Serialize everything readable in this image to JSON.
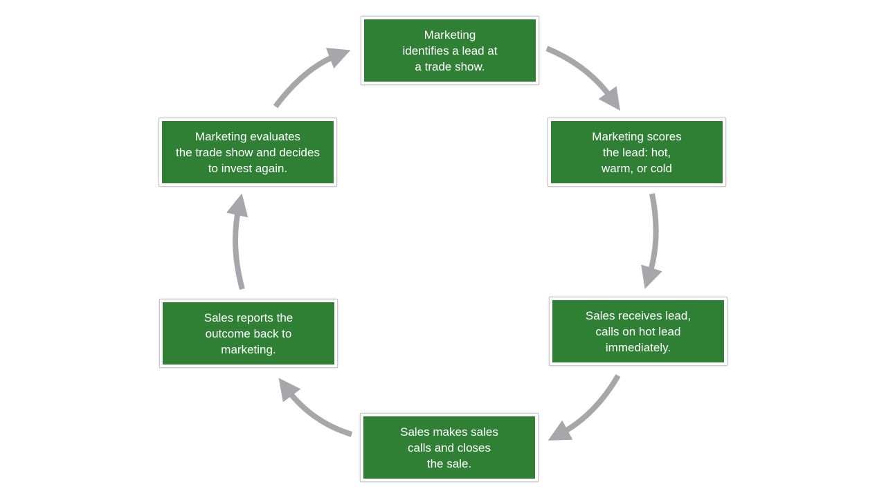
{
  "diagram": {
    "steps": [
      {
        "label": "Marketing\nidentifies a lead at\na trade show."
      },
      {
        "label": "Marketing scores\nthe lead: hot,\nwarm, or cold"
      },
      {
        "label": "Sales receives lead,\ncalls on hot lead\nimmediately."
      },
      {
        "label": "Sales makes sales\ncalls and closes\nthe sale."
      },
      {
        "label": "Sales reports the\noutcome back to\nmarketing."
      },
      {
        "label": "Marketing evaluates\nthe trade show and decides\nto invest again."
      }
    ],
    "colors": {
      "box_fill": "#2f7f35",
      "arrow": "#a6a6ab",
      "text": "#ffffff"
    }
  }
}
